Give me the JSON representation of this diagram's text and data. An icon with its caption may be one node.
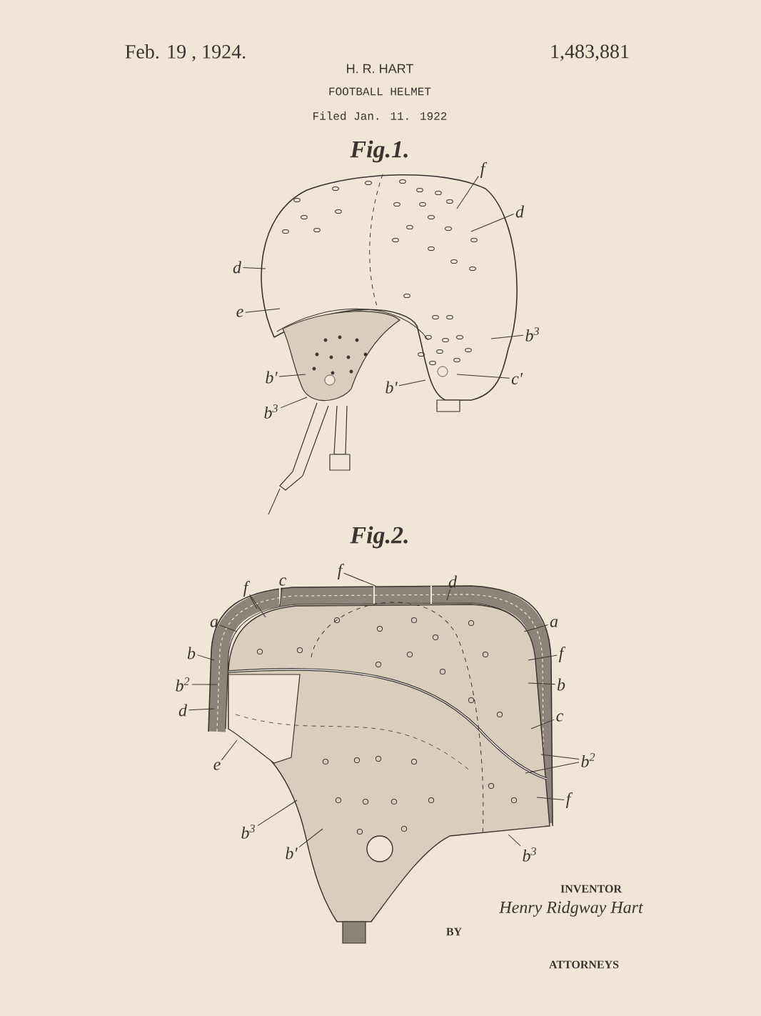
{
  "diagram": {
    "nodes": [
      {
        "text": [
          "f"
        ]
      },
      {
        "text": [
          "d"
        ]
      },
      {
        "text": [
          "d"
        ]
      },
      {
        "text": [
          "e"
        ]
      },
      {
        "text": [
          "b$^{3}$"
        ]
      },
      {
        "text": [
          "b'"
        ]
      },
      {
        "text": [
          "c'"
        ]
      },
      {
        "text": [
          "b'"
        ]
      },
      {
        "text": [
          "b$^{3}$"
        ]
      },
      {
        "text": [
          "f"
        ]
      },
      {
        "text": [
          "c"
        ]
      },
      {
        "text": [
          "f"
        ]
      },
      {
        "text": [
          "d"
        ]
      },
      {
        "text": [
          "a"
        ]
      },
      {
        "text": [
          "a"
        ]
      },
      {
        "text": [
          "b"
        ]
      },
      {
        "text": [
          "f"
        ]
      },
      {
        "text": [
          "b$^{2}$"
        ]
      },
      {
        "text": [
          "b"
        ]
      },
      {
        "text": [
          "d"
        ]
      },
      {
        "text": [
          "c"
        ]
      },
      {
        "text": [
          "e"
        ]
      },
      {
        "text": [
          "b$^{2}$"
        ]
      },
      {
        "text": [
          "f"
        ]
      },
      {
        "text": [
          "b$^{3}$"
        ]
      },
      {
        "text": [
          "b'"
        ]
      },
      {
        "text": [
          "b$^{3}$"
        ]
      }
    ],
    "edges": [
      {
        "from": 0,
        "to": null,
        "arrow": "none"
      },
      {
        "from": 1,
        "to": null,
        "arrow": "none"
      },
      {
        "from": 2,
        "to": null,
        "arrow": "none"
      },
      {
        "from": 3,
        "to": null,
        "arrow": "none"
      },
      {
        "from": 4,
        "to": null,
        "arrow": "none"
      },
      {
        "from": 5,
        "to": null,
        "arrow": "none"
      },
      {
        "from": 6,
        "to": null,
        "arrow": "none"
      },
      {
        "from": 7,
        "to": null,
        "arrow": "none"
      },
      {
        "from": 8,
        "to": null,
        "arrow": "none"
      },
      {
        "from": 9,
        "to": null,
        "arrow": "none"
      },
      {
        "from": 9,
        "to": null,
        "arrow": "none"
      },
      {
        "from": 10,
        "to": null,
        "arrow": "none"
      },
      {
        "from": 11,
        "to": null,
        "arrow": "none"
      },
      {
        "from": 12,
        "to": null,
        "arrow": "none"
      },
      {
        "from": 13,
        "to": null,
        "arrow": "none"
      },
      {
        "from": 14,
        "to": null,
        "arrow": "none"
      },
      {
        "from": 15,
        "to": null,
        "arrow": "none"
      },
      {
        "from": 16,
        "to": null,
        "arrow": "none"
      },
      {
        "from": 17,
        "to": null,
        "arrow": "none"
      },
      {
        "from": 18,
        "to": null,
        "arrow": "none"
      },
      {
        "from": 19,
        "to": null,
        "arrow": "none"
      },
      {
        "from": 20,
        "to": null,
        "arrow": "none"
      },
      {
        "from": 21,
        "to": null,
        "arrow": "none"
      },
      {
        "from": 22,
        "to": null,
        "arrow": "none"
      },
      {
        "from": 22,
        "to": null,
        "arrow": "none"
      },
      {
        "from": 23,
        "to": null,
        "arrow": "none"
      },
      {
        "from": 24,
        "to": null,
        "arrow": "none"
      },
      {
        "from": 25,
        "to": null,
        "arrow": "none"
      },
      {
        "from": 26,
        "to": null,
        "arrow": "none"
      }
    ],
    "labels": [
      "Feb. 19 , 1924.",
      "1,483,881",
      "H. R. HART",
      "FOOTBALL HELMET",
      "Filed Jan. 11. 1922",
      "Fig.1.",
      "Fig.2.",
      "INVENTOR",
      "Henry Ridgway Hart",
      "BY",
      "ATTORNEYS"
    ]
  }
}
